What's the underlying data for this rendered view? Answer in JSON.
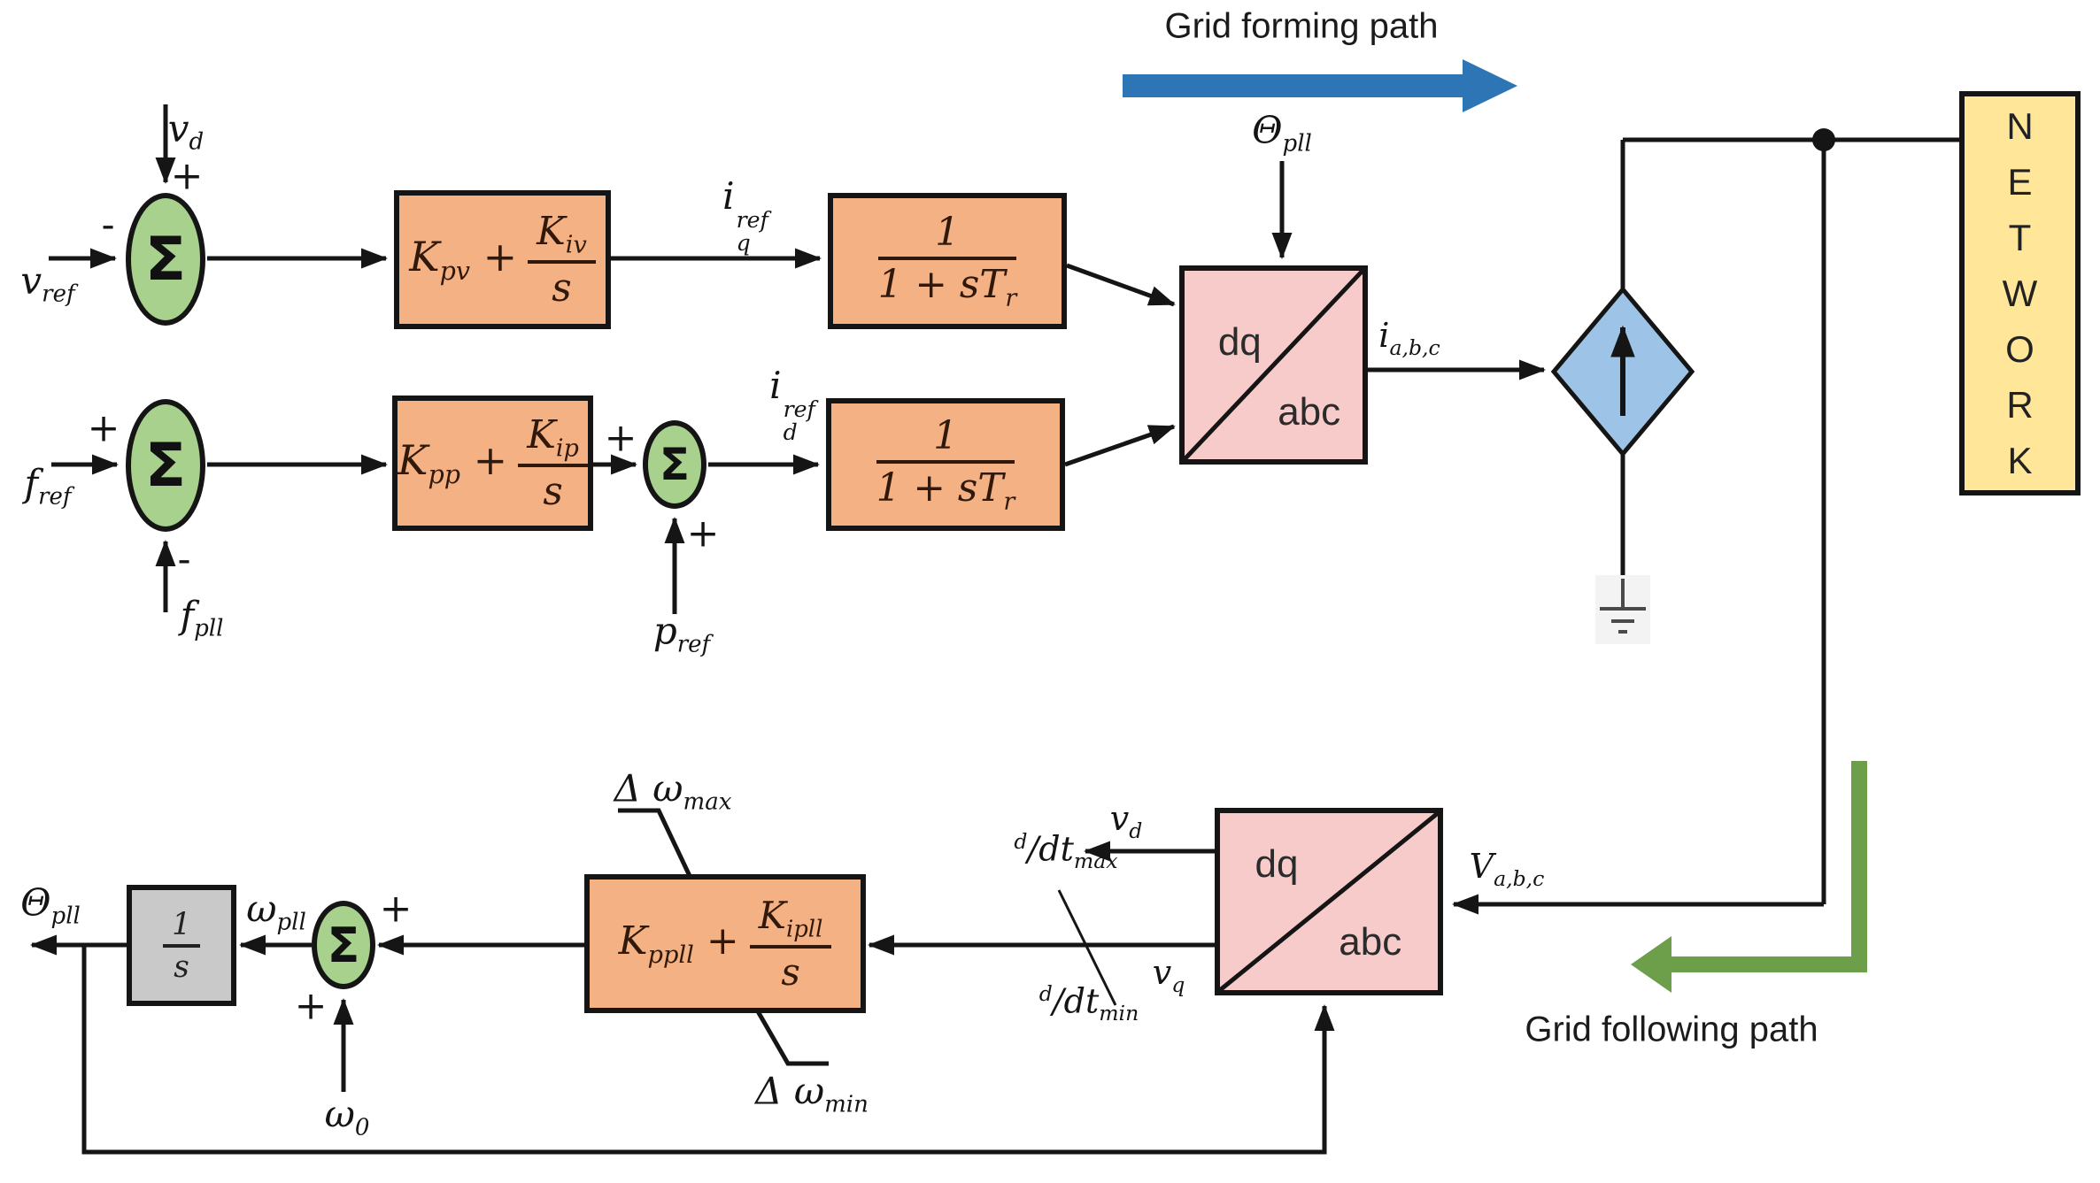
{
  "colors": {
    "orange": "#F4B183",
    "green": "#A9D18E",
    "pink": "#F8CBCB",
    "diamond": "#9DC3E6",
    "yellow": "#FFE699",
    "gray": "#C9C9C9",
    "line": "#151515",
    "forming_arrow": "#2E75B6",
    "following_arrow": "#6D9E49"
  },
  "symbols": {
    "sum": "Σ",
    "plus": "+",
    "minus": "-"
  },
  "paths": {
    "forming_label": "Grid forming path",
    "following_label": "Grid following path"
  },
  "signals": {
    "vd_top": "v_{d}",
    "vref": "v_{ref}",
    "iq_ref": "i_{q}^{ref}",
    "fref": "f_{ref}",
    "fpll": "f_{pll}",
    "pref": "p_{ref}",
    "id_ref": "i_{d}^{ref}",
    "theta_pll_top": "Θ_{pll}",
    "iabc": "i_{a,b,c}",
    "vabc": "V_{a,b,c}",
    "vd_bottom": "v_{d}",
    "vq": "v_{q}",
    "ddt_max": "^{d}/dt_{max}",
    "ddt_min": "^{d}/dt_{min}",
    "domega_max": "Δ ω_{max}",
    "domega_min": "Δ ω_{min}",
    "omega_pll": "ω_{pll}",
    "omega_zero": "ω_{0}",
    "theta_pll_out": "Θ_{pll}"
  },
  "blocks": {
    "pi_v": {
      "pre": "K_{pv} +",
      "num": "K_{iv}",
      "den": "s"
    },
    "lag_q": {
      "num": "1",
      "den": "1 + sT_{r}"
    },
    "pi_p": {
      "pre": "K_{pp} +",
      "num": "K_{ip}",
      "den": "s"
    },
    "lag_d": {
      "num": "1",
      "den": "1 + sT_{r}"
    },
    "pi_pll": {
      "pre": "K_{ppll} +",
      "num": "K_{ipll}",
      "den": "s"
    },
    "integrator": {
      "num": "1",
      "den": "s"
    },
    "dq_top": {
      "upper": "dq",
      "lower": "abc"
    },
    "dq_bottom": {
      "upper": "dq",
      "lower": "abc"
    },
    "network": "NETWORK"
  }
}
